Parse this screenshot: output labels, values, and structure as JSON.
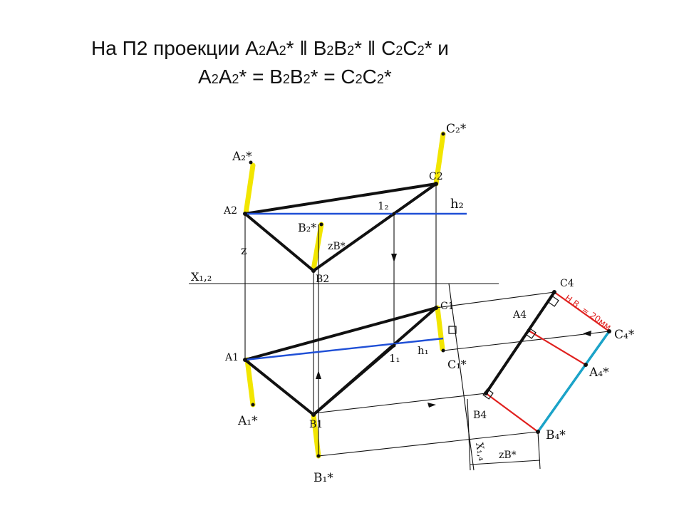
{
  "title": {
    "line1": [
      {
        "t": "На П2 проекции A"
      },
      {
        "t": "2",
        "s": 1
      },
      {
        "t": "A"
      },
      {
        "t": "2",
        "s": 1
      },
      {
        "t": "* ǁ B"
      },
      {
        "t": "2",
        "s": 1
      },
      {
        "t": "B"
      },
      {
        "t": "2",
        "s": 1
      },
      {
        "t": "* ǁ C"
      },
      {
        "t": "2",
        "s": 1
      },
      {
        "t": "C"
      },
      {
        "t": "2",
        "s": 1
      },
      {
        "t": "*   и"
      }
    ],
    "line2": [
      {
        "t": "A"
      },
      {
        "t": "2",
        "s": 1
      },
      {
        "t": "A"
      },
      {
        "t": "2",
        "s": 1
      },
      {
        "t": "* = B"
      },
      {
        "t": "2",
        "s": 1
      },
      {
        "t": "B"
      },
      {
        "t": "2",
        "s": 1
      },
      {
        "t": "* = C"
      },
      {
        "t": "2",
        "s": 1
      },
      {
        "t": "C"
      },
      {
        "t": "2",
        "s": 1
      },
      {
        "t": "*"
      }
    ]
  },
  "labels": {
    "a2star": "A₂*",
    "a2": "A2",
    "b2star": "B₂*",
    "b2": "B2",
    "c2star": "C₂*",
    "c2": "C2",
    "one2": "1₂",
    "h2": "h₂",
    "zb": "zB*",
    "z": "z",
    "x12": "X₁,₂",
    "a1": "A1",
    "a1star": "A₁*",
    "b1": "B1",
    "b1star": "B₁*",
    "c1": "C1",
    "c1star": "C₁*",
    "one1": "1₁",
    "h1": "h₁",
    "c4": "C4",
    "c4star": "C₄*",
    "a4": "A4",
    "a4star": "A₄*",
    "b4": "B4",
    "b4star": "B₄*",
    "x14": "X₁,₄",
    "zb_bottom": "zB*",
    "nv": "Н.В. = 20мм"
  },
  "colors": {
    "ink": "#111111",
    "yellow": "#f2e600",
    "blue": "#1f4fd6",
    "red": "#e0201e",
    "cyan": "#1ba3c8"
  }
}
